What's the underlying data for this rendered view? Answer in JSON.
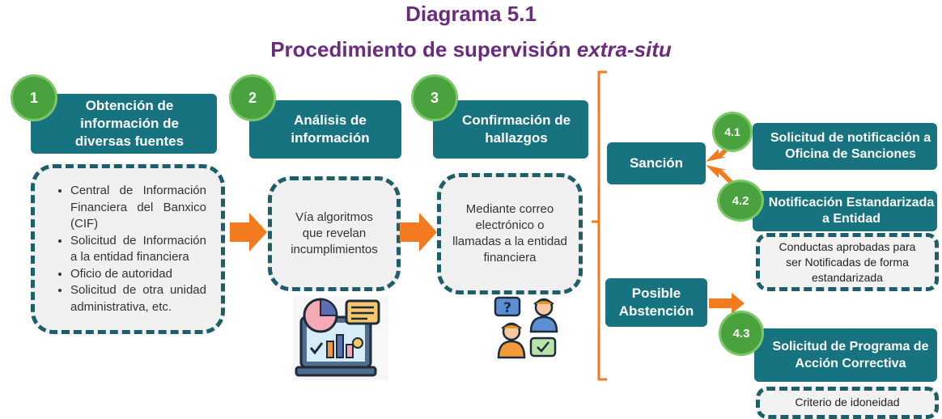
{
  "title": {
    "line1": "Diagrama 5.1",
    "line2_prefix": "Procedimiento de supervisión ",
    "line2_italic": "extra-situ"
  },
  "steps": [
    {
      "number": "1",
      "title": "Obtención de información de diversas fuentes"
    },
    {
      "number": "2",
      "title": "Análisis de información"
    },
    {
      "number": "3",
      "title": "Confirmación de hallazgos"
    }
  ],
  "step1_items": [
    "Central de Información Financiera del Banxico (CIF)",
    "Solicitud de Información a la entidad financiera",
    "Oficio de autoridad",
    "Solicitud de otra unidad administrativa, etc."
  ],
  "step2_detail": "Vía algoritmos que revelan incumplimientos",
  "step3_detail": "Mediante correo electrónico o llamadas a la entidad financiera",
  "outcomes": {
    "sancion": "Sanción",
    "abstencion": "Posible Abstención"
  },
  "substeps": [
    {
      "number": "4.1",
      "title": "Solicitud de notificación a Oficina de Sanciones"
    },
    {
      "number": "4.2",
      "title": "Notificación Estandarizada a Entidad",
      "detail": "Conductas aprobadas para ser Notificadas de forma estandarizada"
    },
    {
      "number": "4.3",
      "title": "Solicitud de Programa de Acción Correctiva",
      "detail": "Criterio de idoneidad"
    }
  ],
  "icons": {
    "analysis": "analytics-dashboard-icon",
    "confirmation": "people-conversation-icon"
  },
  "colors": {
    "title": "#6a2c7c",
    "header": "#17737f",
    "circle": "#4aa23e",
    "arrow": "#f47a20",
    "dashed": "#1d5f69"
  }
}
